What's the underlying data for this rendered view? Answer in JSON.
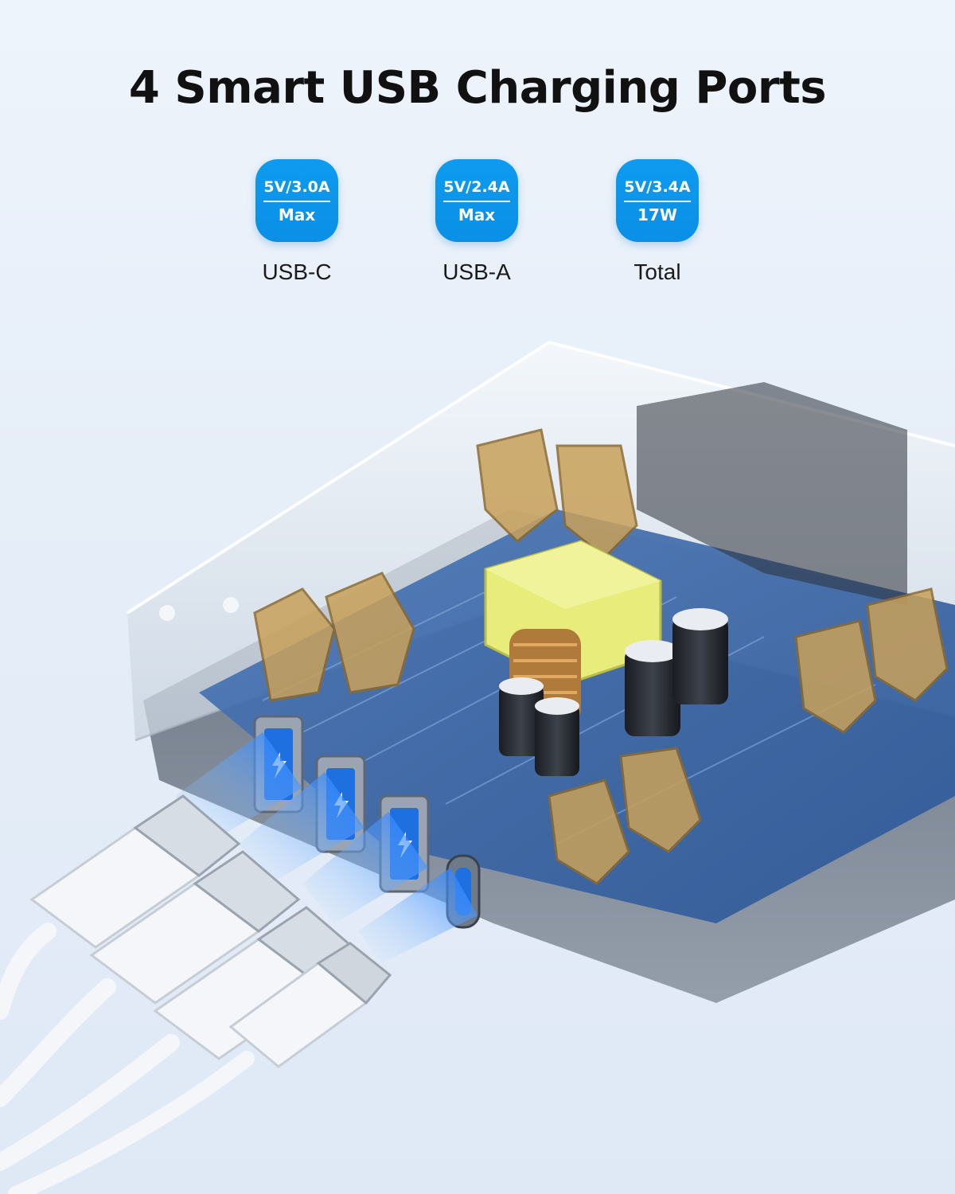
{
  "title": "4 Smart USB Charging Ports",
  "specs": [
    {
      "top": "5V/3.0A",
      "bottom": "Max",
      "label": "USB-C"
    },
    {
      "top": "5V/2.4A",
      "bottom": "Max",
      "label": "USB-A"
    },
    {
      "top": "5V/3.4A",
      "bottom": "17W",
      "label": "Total"
    }
  ],
  "colors": {
    "badge_blue": "#0d9bf0",
    "transformer_yellow": "#e8ec7a",
    "pcb_blue": "#3b6fb5"
  },
  "icons": [
    "lightning-icon",
    "usb-a-cable",
    "usb-c-cable"
  ]
}
